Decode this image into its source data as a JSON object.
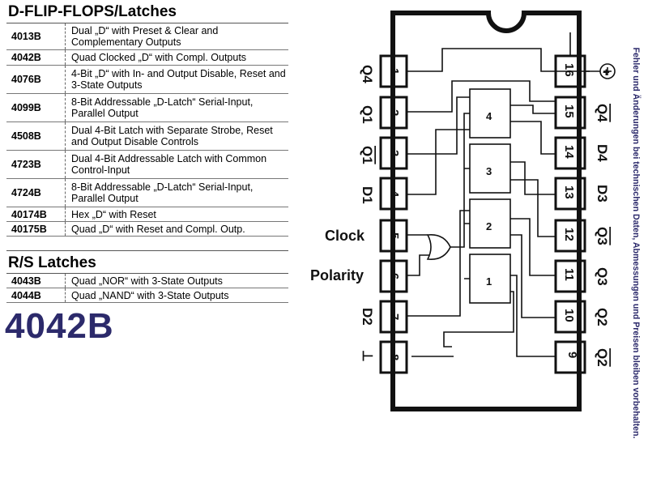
{
  "dflip": {
    "title": "D-FLIP-FLOPS/Latches",
    "rows": [
      {
        "code": "4013B",
        "desc": "Dual „D“ with Preset & Clear and Complementary Outputs"
      },
      {
        "code": "4042B",
        "desc": "Quad Clocked „D“ with Compl. Outputs"
      },
      {
        "code": "4076B",
        "desc": "4-Bit „D“ with In- and Output Disable, Reset and 3-State Outputs"
      },
      {
        "code": "4099B",
        "desc": "8-Bit Addressable „D-Latch“ Serial-Input, Parallel Output"
      },
      {
        "code": "4508B",
        "desc": "Dual 4-Bit Latch with Separate Strobe, Reset and Output Disable Controls"
      },
      {
        "code": "4723B",
        "desc": "Dual 4-Bit Addressable Latch with Common Control-Input"
      },
      {
        "code": "4724B",
        "desc": "8-Bit Addressable „D-Latch“ Serial-Input, Parallel Output"
      },
      {
        "code": "40174B",
        "desc": "Hex „D“ with Reset"
      },
      {
        "code": "40175B",
        "desc": "Quad „D“ with Reset and Compl. Outp."
      }
    ]
  },
  "rs": {
    "title": "R/S Latches",
    "rows": [
      {
        "code": "4043B",
        "desc": "Quad „NOR“ with 3-State Outputs"
      },
      {
        "code": "4044B",
        "desc": "Quad „NAND“ with 3-State Outputs"
      }
    ]
  },
  "part_number": "4042B",
  "side_note": "Fehler und Änderungen bei technischen Daten, Abmessungen und Preisen bleiben vorbehalten.",
  "chip": {
    "left_pins": [
      {
        "num": "1",
        "label": "Q4"
      },
      {
        "num": "2",
        "label": "Q1"
      },
      {
        "num": "3",
        "label": "Q1"
      },
      {
        "num": "4",
        "label": "D1"
      },
      {
        "num": "5",
        "label": "Clock"
      },
      {
        "num": "6",
        "label": "Polarity"
      },
      {
        "num": "7",
        "label": "D2"
      },
      {
        "num": "8",
        "label": "⊥"
      }
    ],
    "right_pins": [
      {
        "num": "16",
        "label": "+"
      },
      {
        "num": "15",
        "label": "Q4"
      },
      {
        "num": "14",
        "label": "D4"
      },
      {
        "num": "13",
        "label": "D3"
      },
      {
        "num": "12",
        "label": "Q3"
      },
      {
        "num": "11",
        "label": "Q3"
      },
      {
        "num": "10",
        "label": "Q2"
      },
      {
        "num": "9",
        "label": "Q2"
      }
    ],
    "latch_numbers": [
      "4",
      "3",
      "2",
      "1"
    ]
  },
  "colors": {
    "accent": "#2c2a6b"
  }
}
